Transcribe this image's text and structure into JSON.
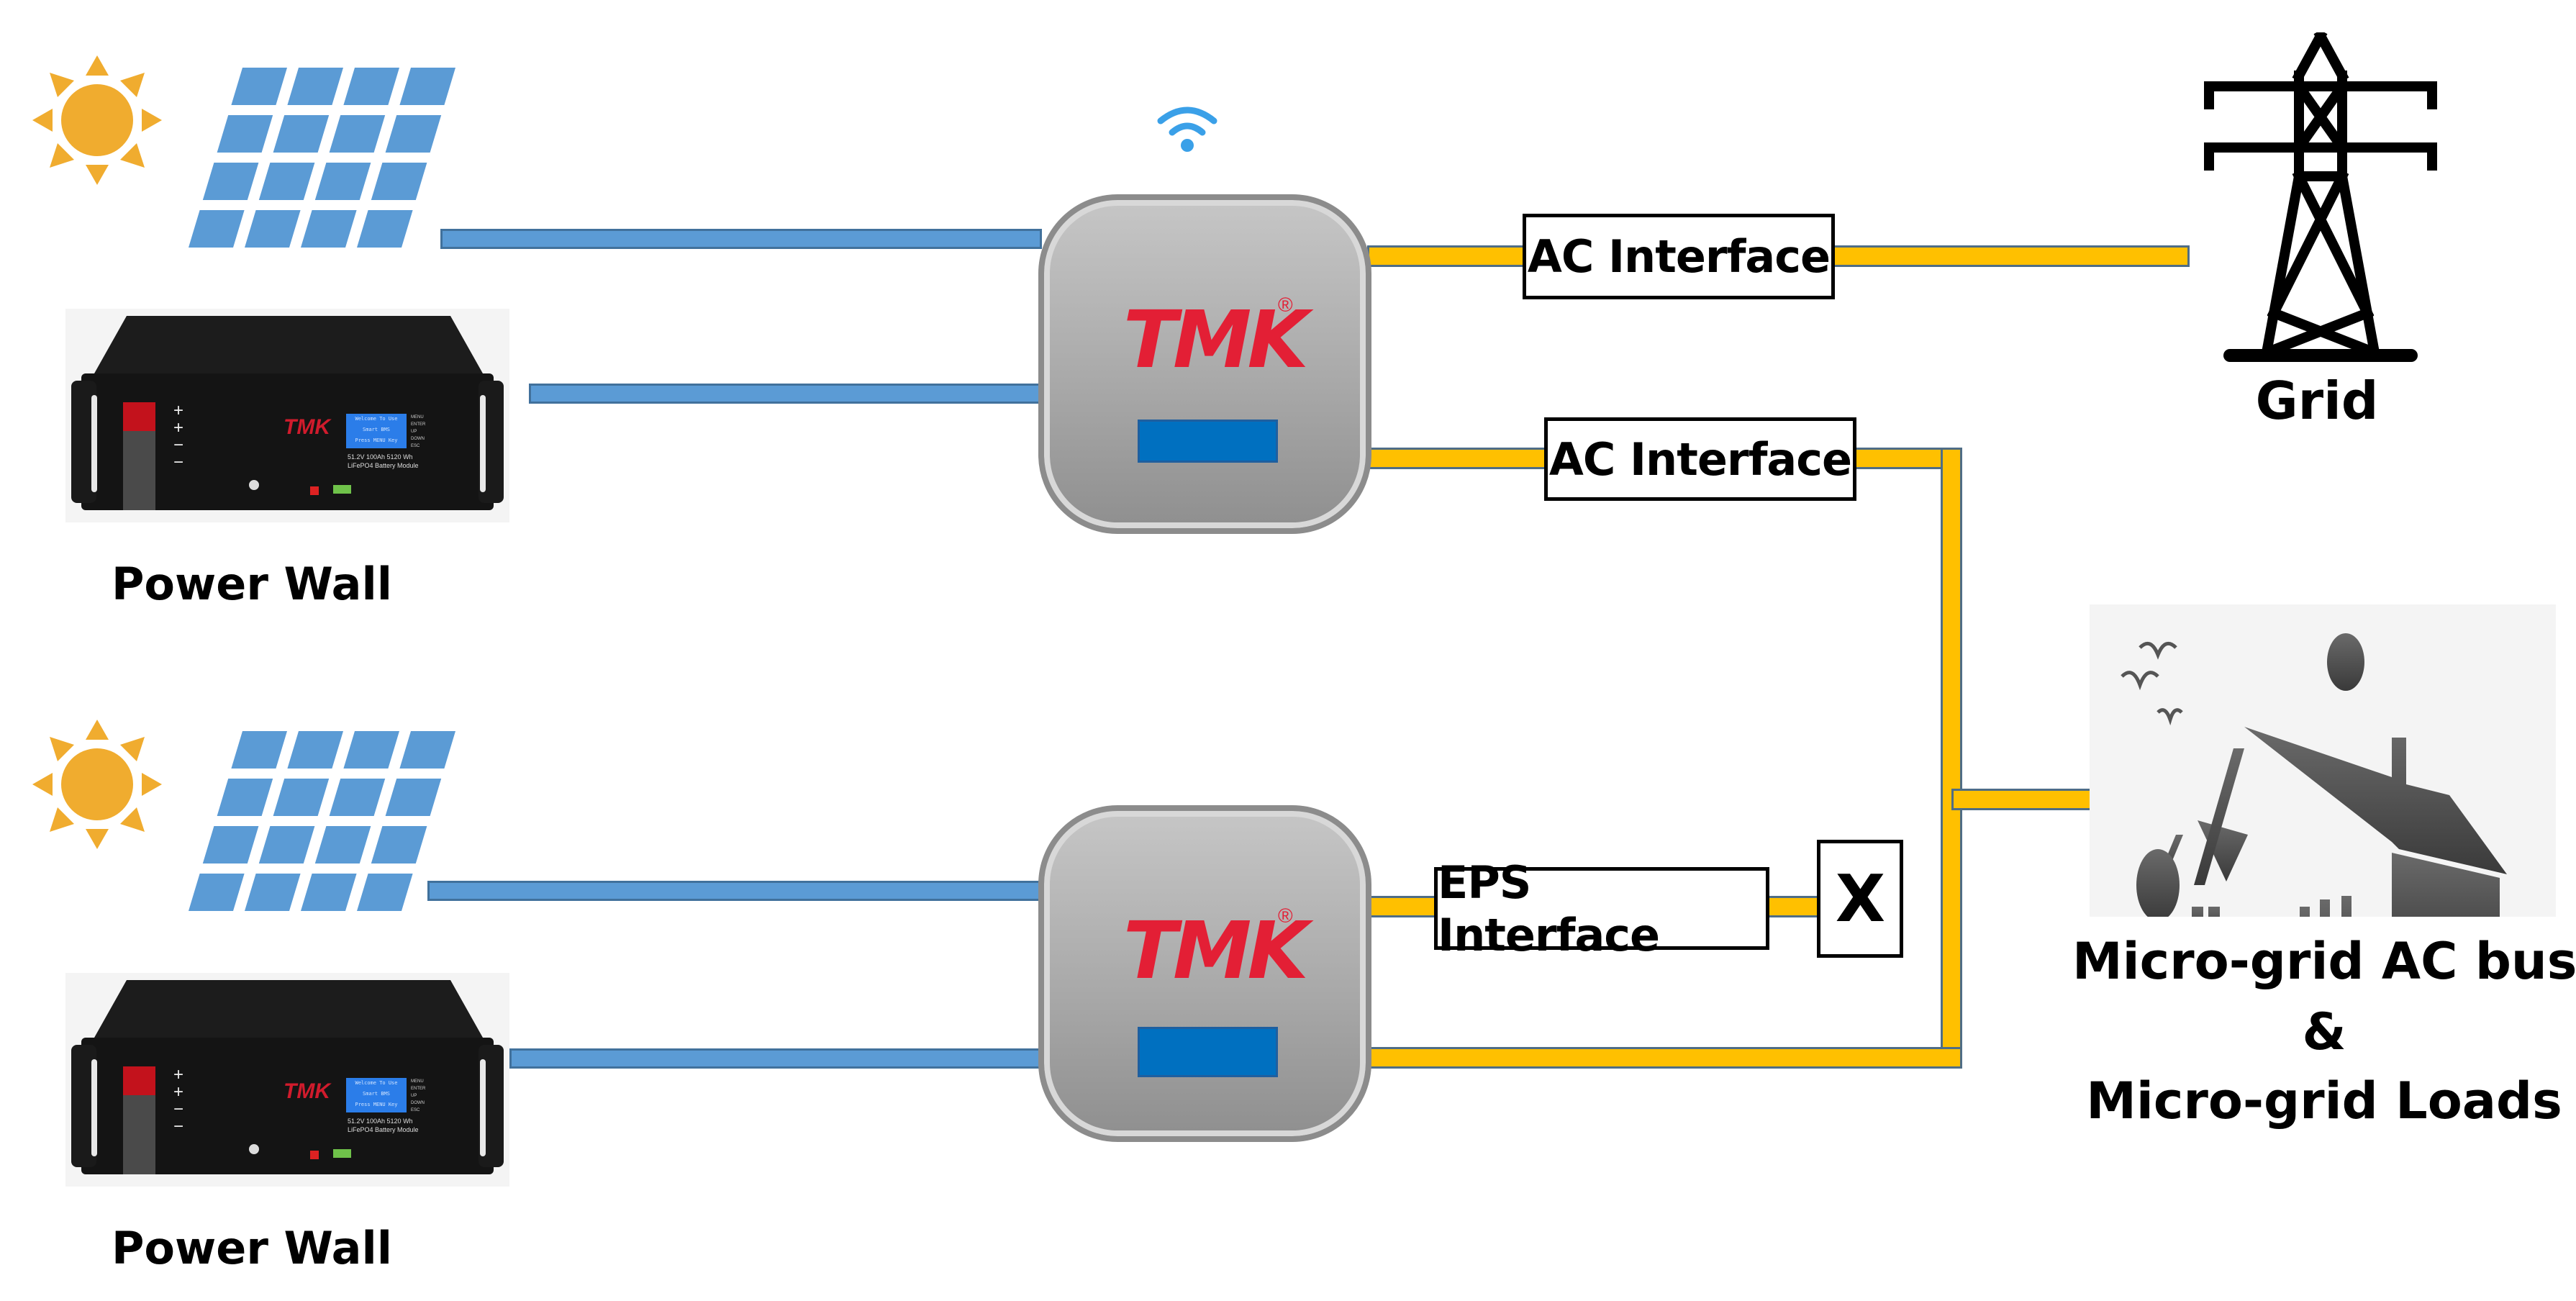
{
  "title": "Micro-grid parallel system diagram",
  "brand": {
    "logo_text": "TMK",
    "registered_mark": "®",
    "logo_color": "#e31f35"
  },
  "colors": {
    "dc_line": "#5b9bd5",
    "ac_line": "#ffc000",
    "inverter_screen": "#0070c0",
    "sun": "#f0ac2f",
    "panel": "#5b9bd5",
    "wifi": "#3aa0e8"
  },
  "systems": [
    {
      "power_wall_label": "Power Wall",
      "battery": {
        "screen_lines": [
          "Welcome To Use",
          "Smart BMS",
          "Press MENU Key"
        ],
        "buttons": [
          "MENU",
          "ENTER",
          "UP",
          "DOWN",
          "ESC"
        ],
        "spec_line1": "51.2V 100Ah 5120 Wh",
        "spec_line2": "LiFePO4 Battery Module",
        "terminals": [
          "+",
          "+",
          "−",
          "−"
        ]
      }
    },
    {
      "power_wall_label": "Power Wall",
      "battery": {
        "screen_lines": [
          "Welcome To Use",
          "Smart BMS",
          "Press MENU Key"
        ],
        "buttons": [
          "MENU",
          "ENTER",
          "UP",
          "DOWN",
          "ESC"
        ],
        "spec_line1": "51.2V 100Ah 5120 Wh",
        "spec_line2": "LiFePO4 Battery Module",
        "terminals": [
          "+",
          "+",
          "−",
          "−"
        ]
      }
    }
  ],
  "interfaces": {
    "ac_interface_1": "AC Interface",
    "ac_interface_2": "AC Interface",
    "eps_interface": "EPS Interface",
    "disconnected_mark": "X"
  },
  "grid": {
    "label": "Grid",
    "icon": "transmission-tower-icon"
  },
  "microgrid": {
    "line1": "Micro-grid AC bus",
    "line2": "&",
    "line3": "Micro-grid Loads",
    "icon": "house-icon"
  },
  "icons": [
    "sun-icon",
    "solar-panel-icon",
    "wifi-icon",
    "transmission-tower-icon",
    "house-icon"
  ]
}
